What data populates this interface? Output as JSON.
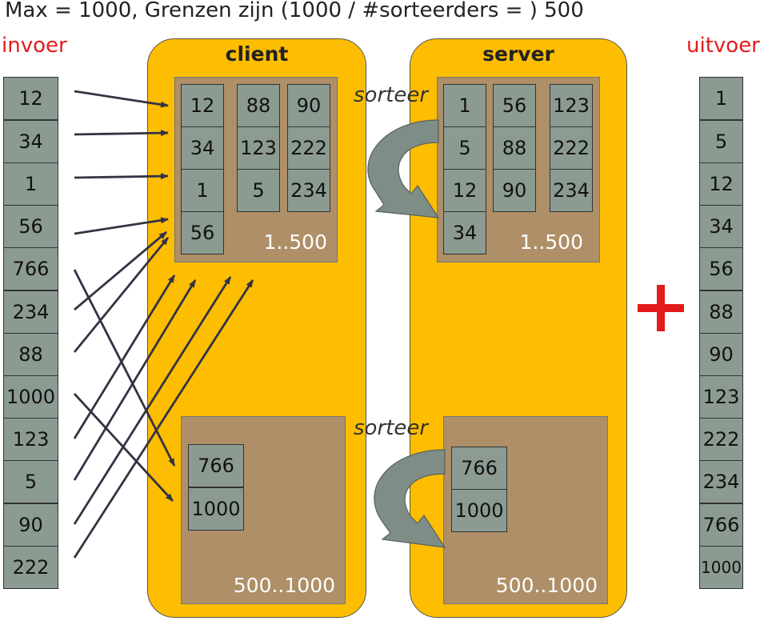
{
  "title": "Max = 1000, Grenzen zijn (1000 / #sorteerders = ) 500",
  "input_label": "invoer",
  "output_label": "uitvoer",
  "input_values": [
    "12",
    "34",
    "1",
    "56",
    "766",
    "234",
    "88",
    "1000",
    "123",
    "5",
    "90",
    "222"
  ],
  "output_values": [
    "1",
    "5",
    "12",
    "34",
    "56",
    "88",
    "90",
    "123",
    "222",
    "234",
    "766",
    "1000"
  ],
  "client": {
    "title": "client",
    "bucket1": {
      "range": "1..500",
      "columns": [
        [
          "12",
          "34",
          "1",
          "56"
        ],
        [
          "88",
          "123",
          "5"
        ],
        [
          "90",
          "222",
          "234"
        ]
      ]
    },
    "bucket2": {
      "range": "500..1000",
      "values": [
        "766",
        "1000"
      ]
    }
  },
  "server": {
    "title": "server",
    "sort_label_1": "sorteer",
    "sort_label_2": "sorteer",
    "bucket1": {
      "range": "1..500",
      "columns": [
        [
          "1",
          "5",
          "12",
          "34"
        ],
        [
          "56",
          "88",
          "90"
        ],
        [
          "123",
          "222",
          "234"
        ]
      ]
    },
    "bucket2": {
      "range": "500..1000",
      "values": [
        "766",
        "1000"
      ]
    }
  },
  "colors": {
    "panel": "#fdbd00",
    "bucket": "#ae8f67",
    "cell": "#8c9b92",
    "accent_red": "#e31b1b",
    "arrow": "#333344",
    "sort_arrow": "#7e8e87"
  }
}
